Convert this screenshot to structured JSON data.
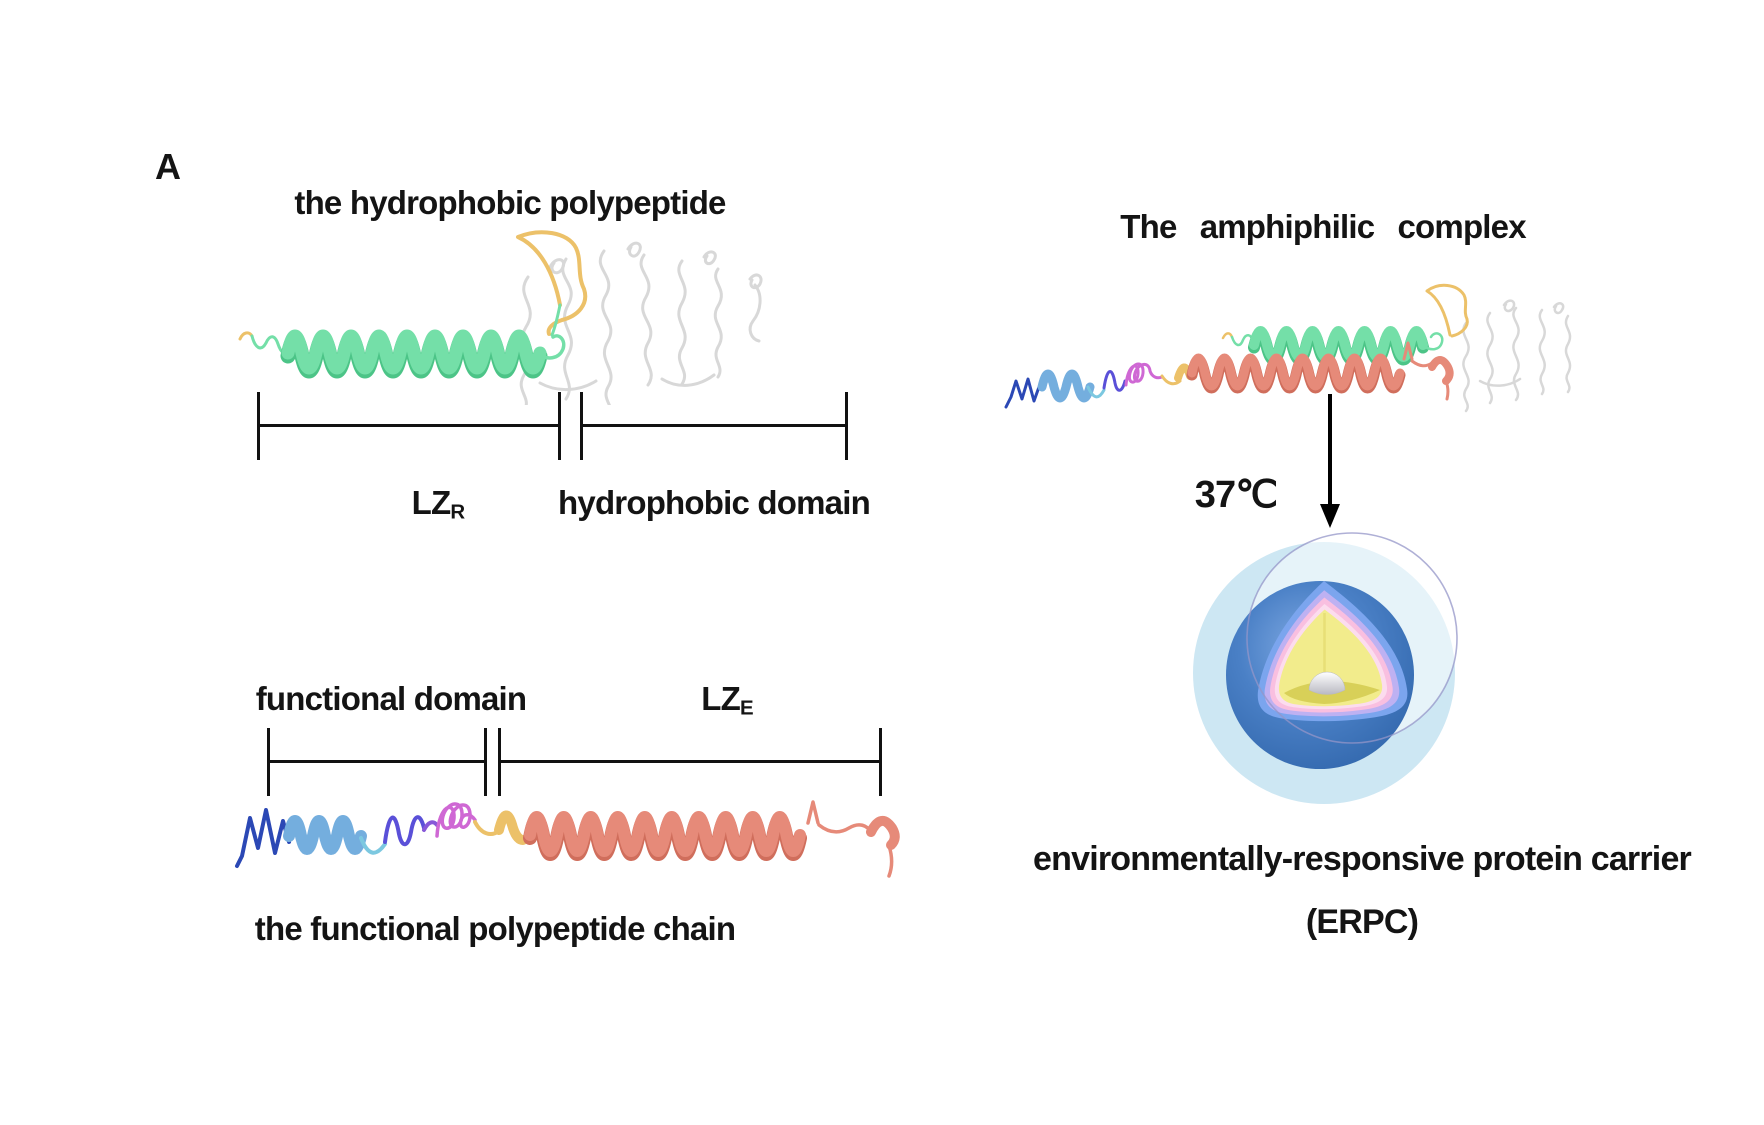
{
  "panel": {
    "label": "A"
  },
  "hydrophobic_panel": {
    "title": "the hydrophobic polypeptide",
    "lz_label": {
      "prefix": "LZ",
      "sub": "R"
    },
    "domain_label": "hydrophobic domain"
  },
  "functional_panel": {
    "domain_label": "functional domain",
    "lz_label": {
      "prefix": "LZ",
      "sub": "E"
    },
    "caption": "the functional polypeptide chain"
  },
  "complex_panel": {
    "title": "The amphiphilic complex",
    "temperature_label": "37℃",
    "arrow_icon": "down-arrow",
    "caption_line1": "environmentally-responsive protein carrier",
    "caption_line2": "(ERPC)"
  },
  "colors": {
    "helix_green": "#74dfa8",
    "helix_green_dark": "#4cc487",
    "helix_salmon": "#e68a79",
    "helix_salmon_dark": "#d06e5c",
    "helix_blue": "#74aede",
    "coil_navy": "#2b48b5",
    "coil_cyan": "#7cc8e0",
    "coil_indigo": "#5a50d8",
    "coil_violet": "#8758d8",
    "coil_magenta": "#cf68d4",
    "coil_orange": "#ecc169",
    "coil_gray": "#d8d8d8",
    "bracket_black": "#111111",
    "sphere_outer": "#cde7f3",
    "sphere_blue": "#4a80c6",
    "layer_blue_light": "#7ba5ee",
    "layer_lavender": "#beb1f2",
    "layer_pink": "#f9bfe0",
    "layer_pink_pale": "#fcdcee",
    "layer_yellow": "#f2ec8c",
    "shell_outline": "#9496c8"
  }
}
